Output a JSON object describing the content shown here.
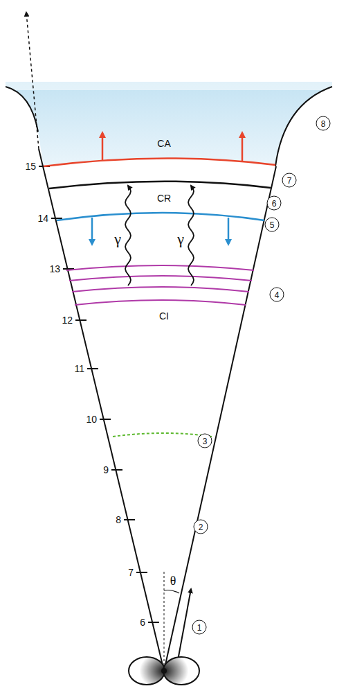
{
  "diagram": {
    "labels": [
      "15",
      "14",
      "13",
      "12",
      "11",
      "10",
      "9",
      "8",
      "7",
      "6",
      "CA",
      "CR",
      "CI",
      "γ",
      "γ",
      "θ",
      "1",
      "2",
      "3",
      "4",
      "5",
      "6",
      "7",
      "8"
    ]
  }
}
